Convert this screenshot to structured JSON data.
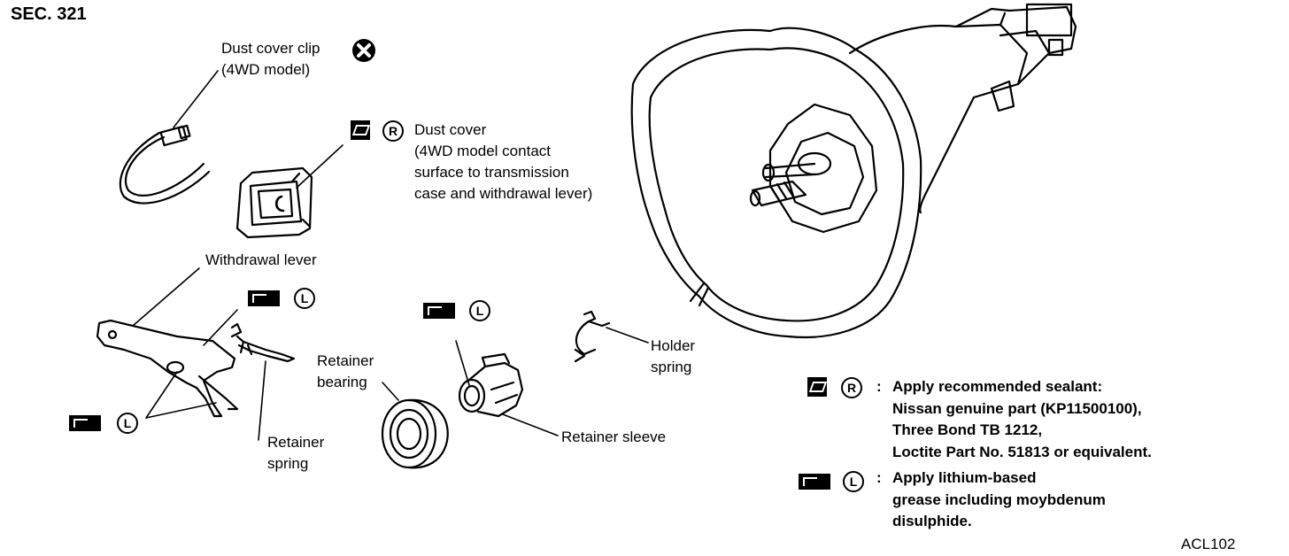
{
  "section_label": "SEC. 321",
  "figure_code": "ACL102",
  "parts": {
    "dust_cover_clip": {
      "line1": "Dust cover clip",
      "line2": "(4WD model)"
    },
    "dust_cover": {
      "line1": "Dust cover",
      "line2": "(4WD model  contact",
      "line3": "surface to transmission",
      "line4": "case and  withdrawal lever)"
    },
    "withdrawal_lever": "Withdrawal lever",
    "retainer_bearing": {
      "line1": "Retainer",
      "line2": "bearing"
    },
    "retainer_spring": {
      "line1": "Retainer",
      "line2": "spring"
    },
    "retainer_sleeve": "Retainer sleeve",
    "holder_spring": {
      "line1": "Holder",
      "line2": "spring"
    }
  },
  "symbols": {
    "sealant_letter": "R",
    "grease_letter": "L",
    "do_not_reuse_icon": "x-circle-icon",
    "sealant_icon": "sealant-tube-icon",
    "grease_icon": "grease-gun-icon"
  },
  "legend": {
    "sealant": {
      "separator": ":",
      "line1": "Apply recommended sealant:",
      "line2": "Nissan genuine part (KP11500100),",
      "line3": "Three Bond TB 1212,",
      "line4": "Loctite Part No. 51813 or equivalent."
    },
    "grease": {
      "separator": ":",
      "line1": "Apply lithium-based",
      "line2": "grease including moybdenum",
      "line3": "disulphide."
    }
  }
}
